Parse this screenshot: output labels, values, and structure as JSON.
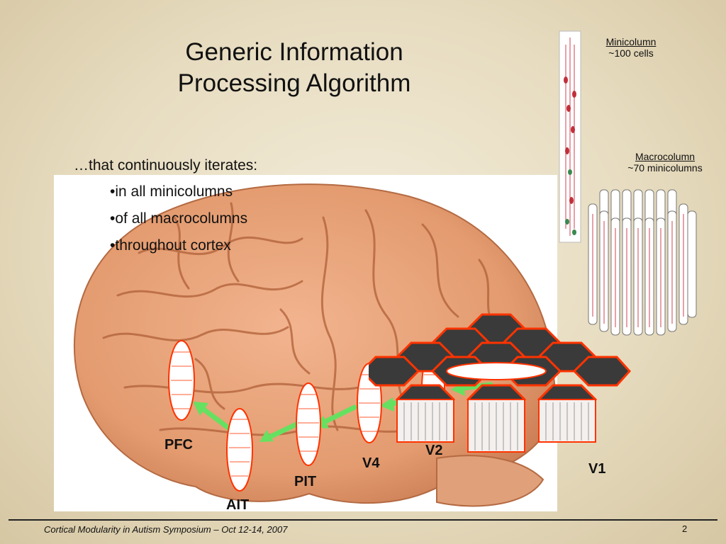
{
  "slide": {
    "title_line1": "Generic Information",
    "title_line2": "Processing Algorithm",
    "intro": "…that continuously iterates:",
    "bullets": [
      "in all minicolumns",
      "of all macrocolumns",
      "throughout cortex"
    ]
  },
  "figure": {
    "minicolumn_label": "Minicolumn",
    "minicolumn_detail": "~100 cells",
    "macrocolumn_label": "Macrocolumn",
    "macrocolumn_detail": "~70 minicolumns",
    "regions": {
      "pfc": "PFC",
      "ait": "AIT",
      "pit": "PIT",
      "v4": "V4",
      "v2": "V2",
      "v1": "V1"
    },
    "colors": {
      "brain": "#e9a077",
      "hex_outline": "#ff3300",
      "arrow": "#66e060"
    }
  },
  "footer": {
    "text": "Cortical Modularity in Autism Symposium – Oct 12-14, 2007",
    "page": "2"
  }
}
